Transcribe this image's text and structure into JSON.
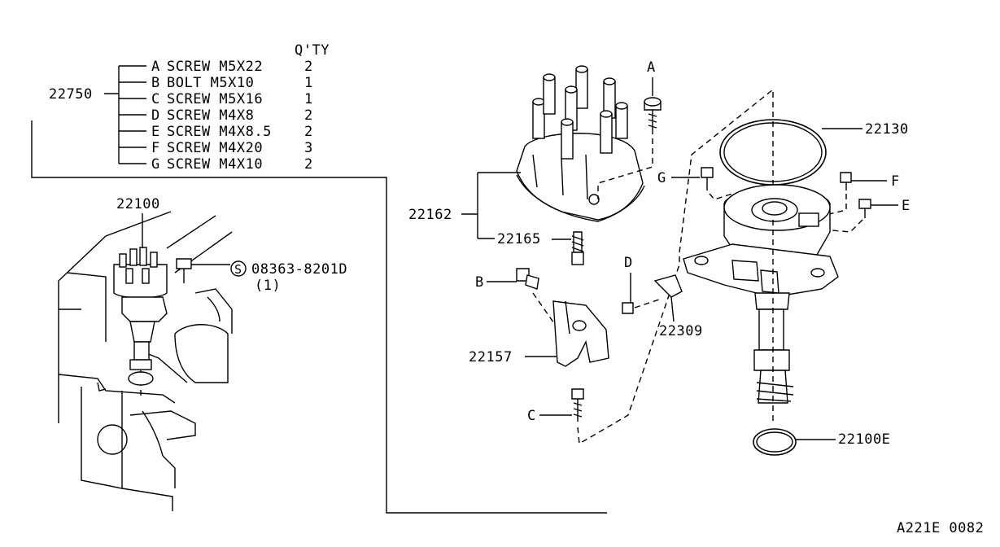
{
  "qty_header": "Q'TY",
  "kit": {
    "number": "22750",
    "items": [
      {
        "letter": "A",
        "desc": "SCREW M5X22",
        "qty": "2"
      },
      {
        "letter": "B",
        "desc": "BOLT M5X10",
        "qty": "1"
      },
      {
        "letter": "C",
        "desc": "SCREW M5X16",
        "qty": "1"
      },
      {
        "letter": "D",
        "desc": "SCREW M4X8",
        "qty": "2"
      },
      {
        "letter": "E",
        "desc": "SCREW M4X8.5",
        "qty": "2"
      },
      {
        "letter": "F",
        "desc": "SCREW M4X20",
        "qty": "3"
      },
      {
        "letter": "G",
        "desc": "SCREW M4X10",
        "qty": "2"
      }
    ]
  },
  "parts": {
    "distributor_assy": "22100",
    "screw_ref": "08363-8201D",
    "screw_qty": "(1)",
    "screw_symbol": "S",
    "cap": "22162",
    "carbon_point": "22165",
    "rotor": "22157",
    "seal": "22130",
    "bracket": "22309",
    "o_ring": "22100E"
  },
  "callouts": {
    "a": "A",
    "b": "B",
    "c": "C",
    "d": "D",
    "e": "E",
    "f": "F",
    "g": "G"
  },
  "diagram_code": "A221E 0082"
}
